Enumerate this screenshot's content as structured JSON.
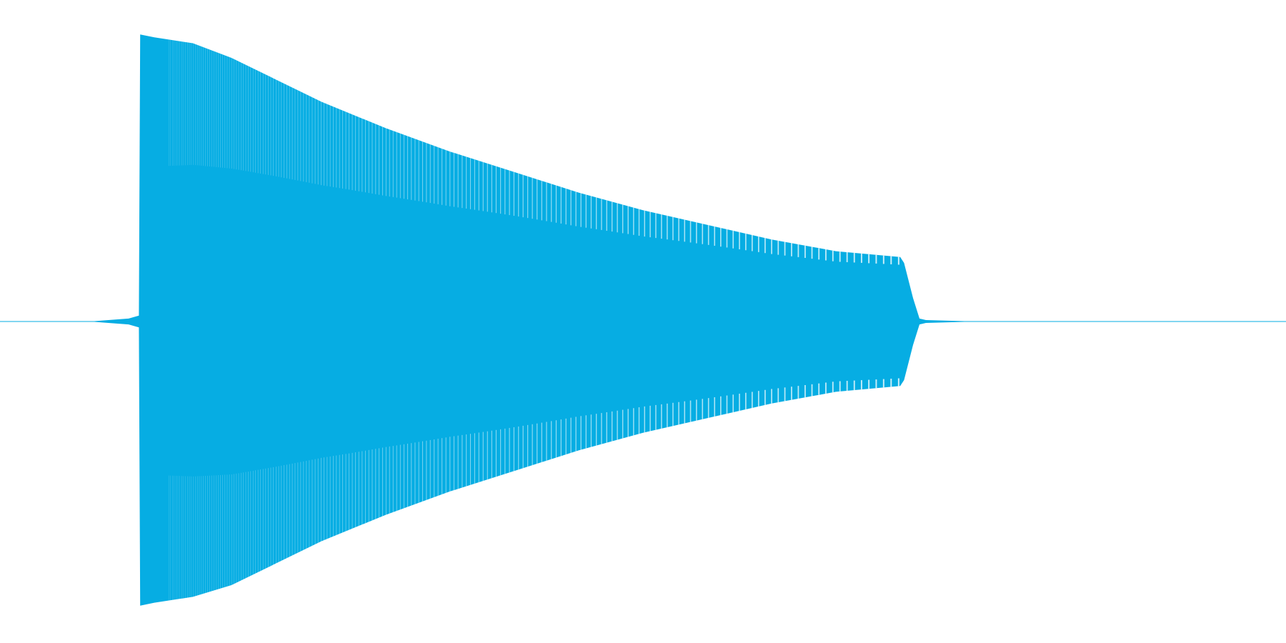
{
  "colors": {
    "background": "#ffffff",
    "waveform": "#06ade3"
  },
  "chart_data": {
    "type": "area",
    "title": "",
    "xlabel": "",
    "ylabel": "",
    "xlim": [
      0,
      1
    ],
    "ylim": [
      -1,
      1
    ],
    "grid": false,
    "legend": "none",
    "series": [
      {
        "x": [
          0.0,
          0.07,
          0.1,
          0.108,
          0.109,
          0.12,
          0.15,
          0.18,
          0.25,
          0.3,
          0.35,
          0.4,
          0.45,
          0.5,
          0.55,
          0.6,
          0.65,
          0.7,
          0.703,
          0.71,
          0.715,
          0.72,
          0.76,
          1.0
        ],
        "upper": [
          0.0,
          0.0,
          0.01,
          0.02,
          0.98,
          0.97,
          0.95,
          0.9,
          0.75,
          0.66,
          0.58,
          0.51,
          0.44,
          0.38,
          0.33,
          0.28,
          0.24,
          0.22,
          0.2,
          0.08,
          0.01,
          0.005,
          0.0,
          0.0
        ],
        "lower": [
          0.0,
          0.0,
          -0.01,
          -0.02,
          -0.97,
          -0.96,
          -0.94,
          -0.9,
          -0.75,
          -0.66,
          -0.58,
          -0.51,
          -0.44,
          -0.38,
          -0.33,
          -0.28,
          -0.24,
          -0.22,
          -0.2,
          -0.08,
          -0.01,
          -0.005,
          0.0,
          0.0
        ]
      }
    ]
  }
}
